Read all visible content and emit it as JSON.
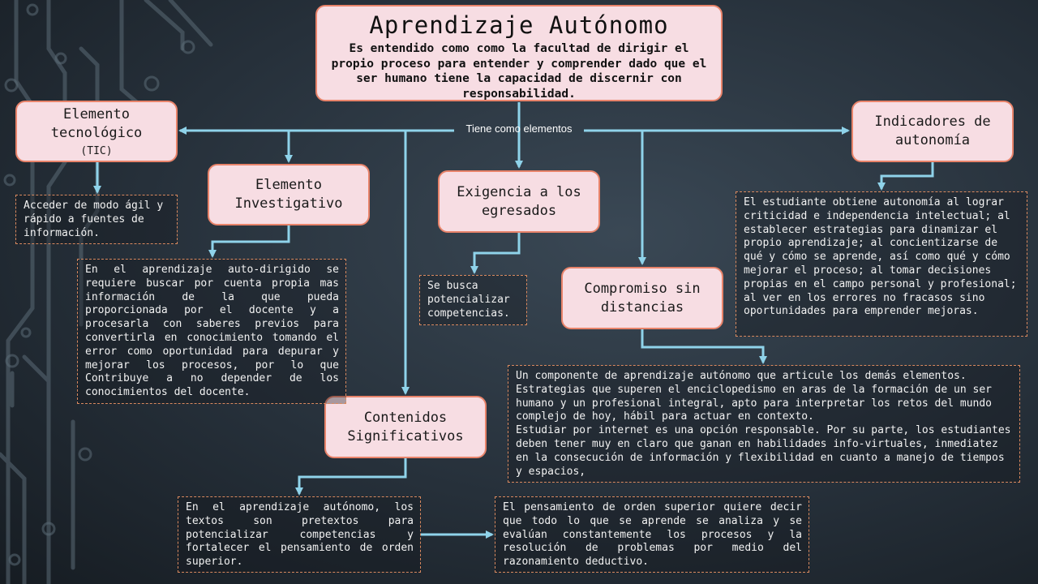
{
  "title": {
    "heading": "Aprendizaje Autónomo",
    "description": "Es entendido como como la facultad de dirigir el propio proceso para entender y comprender dado que el ser humano tiene la capacidad de discernir con responsabilidad."
  },
  "edge_label": "Tiene como elementos",
  "nodes": {
    "tecnologico": {
      "label": "Elemento\ntecnológico",
      "sub": "(TIC)"
    },
    "investigativo": {
      "label": "Elemento\nInvestigativo"
    },
    "exigencia": {
      "label": "Exigencia a los\negresados"
    },
    "indicadores": {
      "label": "Indicadores de\nautonomía"
    },
    "compromiso": {
      "label": "Compromiso sin\ndistancias"
    },
    "contenidos": {
      "label": "Contenidos\nSignificativos"
    }
  },
  "notes": {
    "tecnologico": "Acceder de modo ágil y rápido a fuentes de información.",
    "investigativo": "En el aprendizaje auto-dirigido se requiere buscar por cuenta propia mas información de la que pueda proporcionada por el docente y a procesarla con saberes previos para convertirla en conocimiento tomando el error como oportunidad para depurar y mejorar los procesos, por lo que Contribuye a no depender de los conocimientos del docente.",
    "exigencia": "Se busca potencializar competencias.",
    "indicadores": "El estudiante obtiene autonomía al lograr criticidad e independencia intelectual; al establecer estrategias para dinamizar el propio aprendizaje; al concientizarse de qué y cómo se aprende, así como qué y cómo mejorar el proceso; al tomar decisiones propias en el campo personal y profesional; al ver en los errores no fracasos sino oportunidades para emprender mejoras.",
    "compromiso_1": "Un componente de aprendizaje autónomo que articule los demás elementos.",
    "compromiso_2": "Estrategias que superen el enciclopedismo en aras de la formación de un ser humano y un profesional integral, apto para interpretar los retos del mundo complejo de hoy, hábil para actuar en contexto.",
    "compromiso_3": "Estudiar por internet es una opción responsable. Por su parte, los estudiantes deben tener muy en claro que ganan en habilidades info-virtuales, inmediatez en la consecución de información y flexibilidad en cuanto a manejo de tiempos y espacios,",
    "contenidos": "En el aprendizaje autónomo, los textos son pretextos para potencializar competencias y fortalecer el pensamiento de orden superior.",
    "pensamiento": "El pensamiento de orden superior quiere decir que todo lo que se aprende se analiza y se evalúan constantemente los procesos y la resolución de problemas por medio del razonamiento deductivo."
  },
  "colors": {
    "node_fill": "#f7dde3",
    "node_border": "#e8836a",
    "connector": "#8fd3ea",
    "note_border": "#d9895f"
  }
}
